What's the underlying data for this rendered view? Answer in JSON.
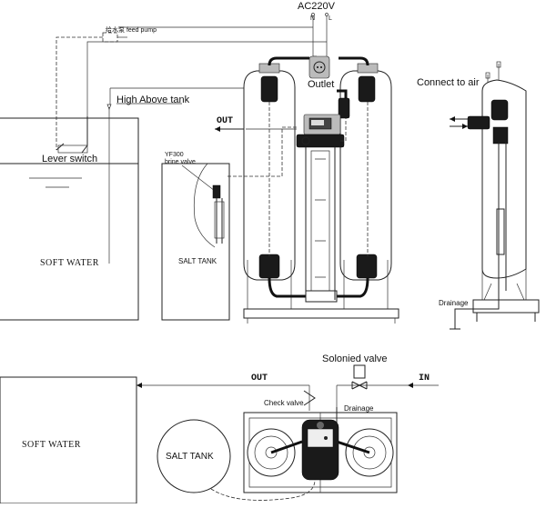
{
  "labels": {
    "power": "AC220V",
    "power_n": "N",
    "power_l": "L",
    "feed_pump": "给水泵 feed pump",
    "high_above_tank": "High Above tank",
    "out_top": "OUT",
    "outlet": "Outlet",
    "connect_to_air": "Connect to air",
    "lever_switch": "Lever switch",
    "soft_water_top": "SOFT WATER",
    "brine_valve_model": "YF300",
    "brine_valve": "brine valve",
    "salt_tank_top": "SALT TANK",
    "drainage_side": "Drainage",
    "solenoid_valve": "Solonied valve",
    "out_bottom": "OUT",
    "in_bottom": "IN",
    "check_valve": "Check valve",
    "drainage_bottom": "Drainage",
    "soft_water_bottom": "SOFT WATER",
    "salt_tank_bottom": "SALT TANK"
  }
}
